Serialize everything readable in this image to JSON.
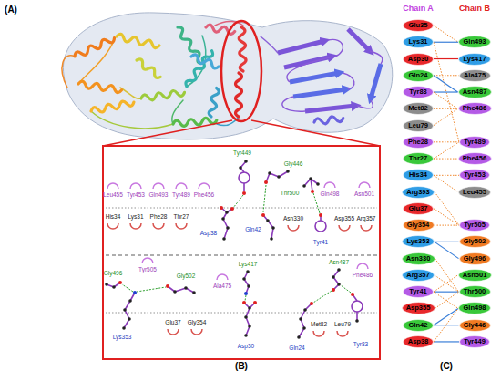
{
  "diagram": {
    "nodes": [
      {
        "text": [
          "Glu35"
        ]
      },
      {
        "text": [
          "Lys31"
        ]
      },
      {
        "text": [
          "Asp30"
        ]
      },
      {
        "text": [
          "Gln24"
        ]
      },
      {
        "text": [
          "Tyr83"
        ]
      },
      {
        "text": [
          "Met82"
        ]
      },
      {
        "text": [
          "Leu79"
        ]
      },
      {
        "text": [
          "Phe28"
        ]
      },
      {
        "text": [
          "Thr27"
        ]
      },
      {
        "text": [
          "His34"
        ]
      },
      {
        "text": [
          "Arg393"
        ]
      },
      {
        "text": [
          "Glu37"
        ]
      },
      {
        "text": [
          "Gly354"
        ]
      },
      {
        "text": [
          "Lys353"
        ]
      },
      {
        "text": [
          "Asn330"
        ]
      },
      {
        "text": [
          "Arg357"
        ]
      },
      {
        "text": [
          "Tyr41"
        ]
      },
      {
        "text": [
          "Asp355"
        ]
      },
      {
        "text": [
          "Gln42"
        ]
      },
      {
        "text": [
          "Asp38"
        ]
      },
      {
        "text": [
          "Gln493"
        ]
      },
      {
        "text": [
          "Lys417"
        ]
      },
      {
        "text": [
          "Ala475"
        ]
      },
      {
        "text": [
          "Asn487"
        ]
      },
      {
        "text": [
          "Phe486"
        ]
      },
      {
        "text": [
          "Tyr489"
        ]
      },
      {
        "text": [
          "Phe456"
        ]
      },
      {
        "text": [
          "Tyr453"
        ]
      },
      {
        "text": [
          "Leu455"
        ]
      },
      {
        "text": [
          "Tyr505"
        ]
      },
      {
        "text": [
          "Gly502"
        ]
      },
      {
        "text": [
          "Gly496"
        ]
      },
      {
        "text": [
          "Asn501"
        ]
      },
      {
        "text": [
          "Thr500"
        ]
      },
      {
        "text": [
          "Gln498"
        ]
      },
      {
        "text": [
          "Gly446"
        ]
      },
      {
        "text": [
          "Tyr449"
        ]
      }
    ],
    "edges": [
      {
        "from": 0,
        "to": 20,
        "arrow": "none"
      },
      {
        "from": 1,
        "to": 20,
        "arrow": "none"
      },
      {
        "from": 1,
        "to": 25,
        "arrow": "none"
      },
      {
        "from": 2,
        "to": 21,
        "arrow": "none"
      },
      {
        "from": 3,
        "to": 22,
        "arrow": "none"
      },
      {
        "from": 3,
        "to": 23,
        "arrow": "none"
      },
      {
        "from": 4,
        "to": 23,
        "arrow": "none"
      },
      {
        "from": 4,
        "to": 24,
        "arrow": "none"
      },
      {
        "from": 5,
        "to": 24,
        "arrow": "none"
      },
      {
        "from": 6,
        "to": 24,
        "arrow": "none"
      },
      {
        "from": 7,
        "to": 25,
        "arrow": "none"
      },
      {
        "from": 8,
        "to": 26,
        "arrow": "none"
      },
      {
        "from": 8,
        "to": 25,
        "arrow": "none"
      },
      {
        "from": 9,
        "to": 27,
        "arrow": "none"
      },
      {
        "from": 9,
        "to": 28,
        "arrow": "none"
      },
      {
        "from": 10,
        "to": 29,
        "arrow": "none"
      },
      {
        "from": 11,
        "to": 29,
        "arrow": "none"
      },
      {
        "from": 12,
        "to": 29,
        "arrow": "none"
      },
      {
        "from": 13,
        "to": 30,
        "arrow": "none"
      },
      {
        "from": 13,
        "to": 31,
        "arrow": "none"
      },
      {
        "from": 14,
        "to": 33,
        "arrow": "none"
      },
      {
        "from": 15,
        "to": 33,
        "arrow": "none"
      },
      {
        "from": 16,
        "to": 33,
        "arrow": "none"
      },
      {
        "from": 16,
        "to": 32,
        "arrow": "none"
      },
      {
        "from": 16,
        "to": 34,
        "arrow": "none"
      },
      {
        "from": 17,
        "to": 33,
        "arrow": "none"
      },
      {
        "from": 18,
        "to": 34,
        "arrow": "none"
      },
      {
        "from": 18,
        "to": 35,
        "arrow": "none"
      },
      {
        "from": 19,
        "to": 36,
        "arrow": "none"
      },
      {
        "from": 19,
        "to": 34,
        "arrow": "none"
      }
    ],
    "labels": [
      "(A)",
      "(B)",
      "(C)",
      "Chain A",
      "Chain B",
      "Leu455",
      "Tyr453",
      "Gln493",
      "Tyr489",
      "Phe456",
      "Tyr449",
      "Gly446",
      "Gln498",
      "Asn501",
      "Thr500",
      "His34",
      "Lys31",
      "Phe28",
      "Thr27",
      "Asp38",
      "Gln42",
      "Asn330",
      "Tyr41",
      "Asp355",
      "Arg357",
      "Gly496",
      "Tyr505",
      "Gly502",
      "Lys417",
      "Ala475",
      "Asn487",
      "Phe486",
      "Lys353",
      "Glu37",
      "Gly354",
      "Asp30",
      "Gln24",
      "Tyr83",
      "Met82",
      "Leu79"
    ]
  }
}
